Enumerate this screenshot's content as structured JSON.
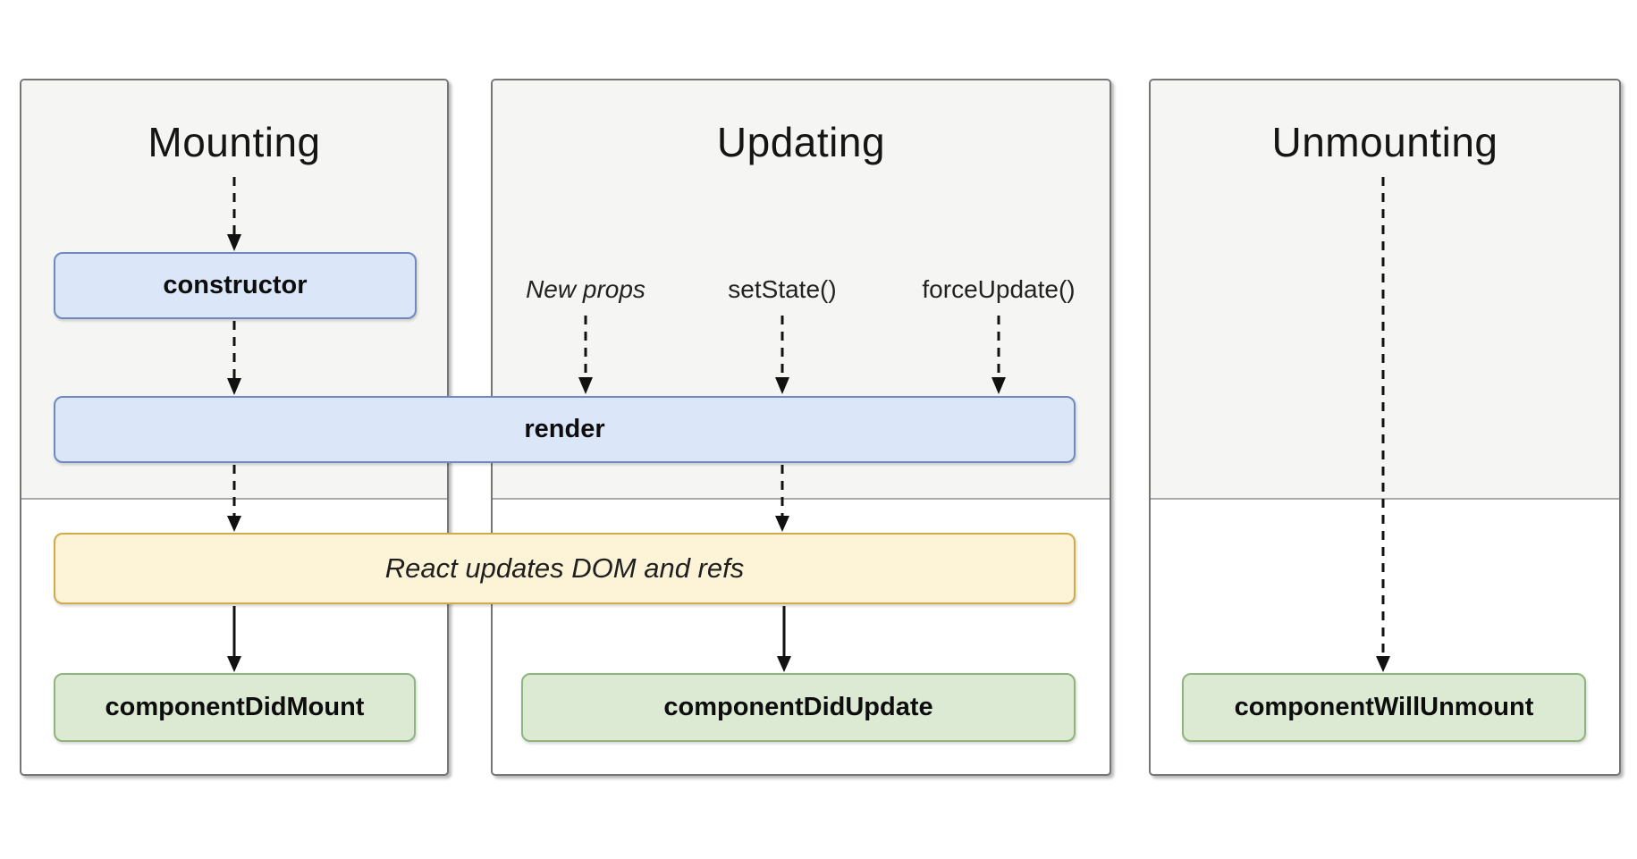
{
  "diagram": {
    "columns": [
      {
        "id": "mounting",
        "title": "Mounting"
      },
      {
        "id": "updating",
        "title": "Updating"
      },
      {
        "id": "unmounting",
        "title": "Unmounting"
      }
    ],
    "triggers": {
      "new_props": "New props",
      "set_state": "setState()",
      "force_update": "forceUpdate()"
    },
    "nodes": {
      "constructor": "constructor",
      "render": "render",
      "react_updates": "React updates DOM and refs",
      "component_did_mount": "componentDidMount",
      "component_did_update": "componentDidUpdate",
      "component_will_unmount": "componentWillUnmount"
    },
    "colors": {
      "lifecycle_fill": "#dbe7f9",
      "lifecycle_border": "#7289be",
      "side_effect_fill": "#fdf3d7",
      "side_effect_border": "#d1ab4a",
      "commit_fill": "#dcead4",
      "commit_border": "#8fb57e",
      "panel_fill": "#f5f5f3",
      "panel_border": "#757575",
      "divider": "#aaaaaa",
      "arrow": "#111111"
    }
  }
}
